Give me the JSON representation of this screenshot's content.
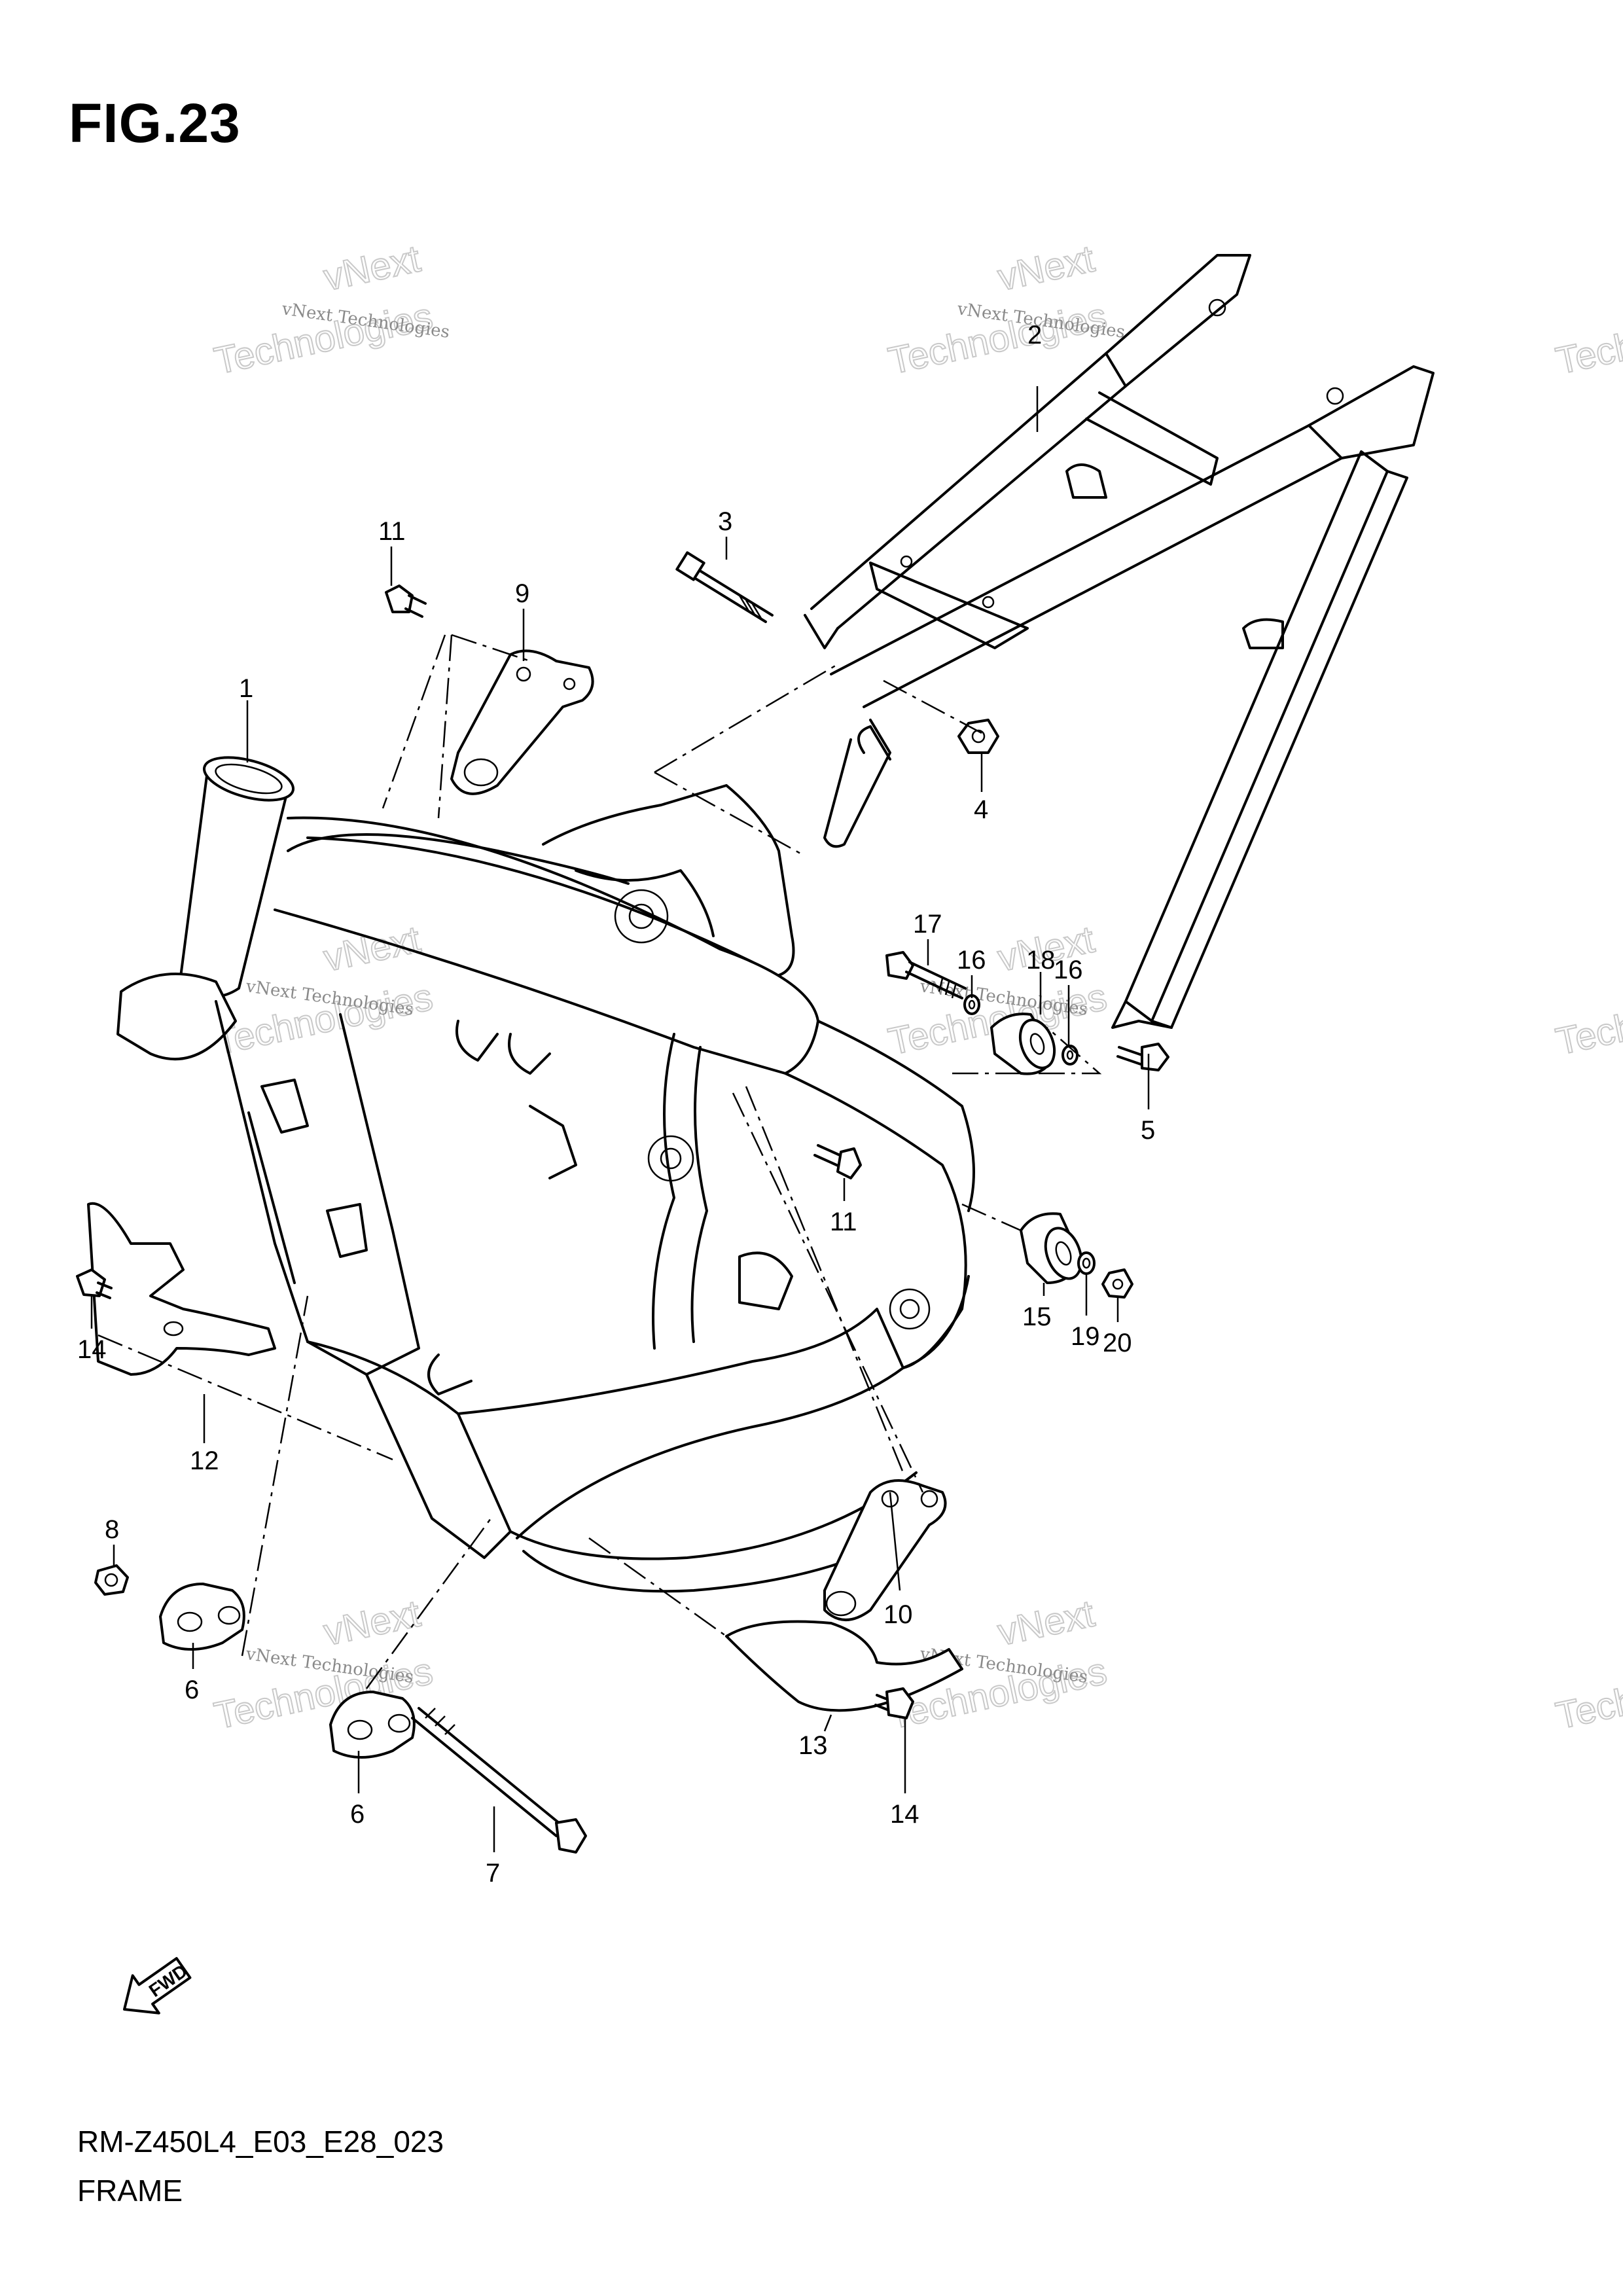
{
  "figure": {
    "title": "FIG.23",
    "model_code": "RM-Z450L4_E03_E28_023",
    "name": "FRAME"
  },
  "watermark": {
    "line1": "vNext Technologies",
    "line2a": "vNext",
    "line2b": "Technologies"
  },
  "fwd_label": "FWD",
  "callouts": [
    "1",
    "2",
    "3",
    "4",
    "5",
    "6",
    "6",
    "7",
    "8",
    "9",
    "10",
    "11",
    "11",
    "12",
    "13",
    "14",
    "14",
    "15",
    "16",
    "16",
    "17",
    "18",
    "19",
    "20"
  ]
}
